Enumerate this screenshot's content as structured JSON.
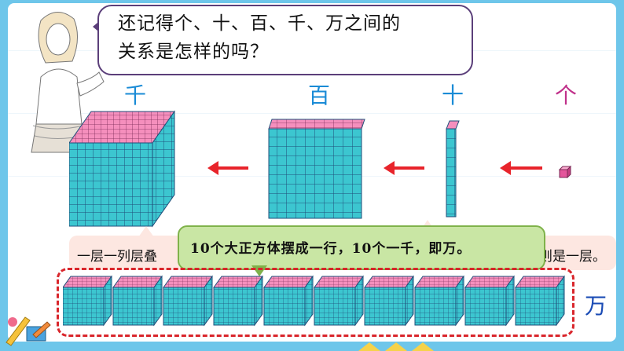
{
  "speech": {
    "line1": "还记得个、十、百、千、万之间的",
    "line2": "关系是怎样的吗？"
  },
  "labels": {
    "qian": "千",
    "bai": "百",
    "shi": "十",
    "ge": "个",
    "wan": "万"
  },
  "bubbles": {
    "left": "一层一列层叠",
    "right": "则是一层。",
    "main": "10个大正方体摆成一行，10个一千，即万。"
  },
  "colors": {
    "cube_face": "#3cc6d0",
    "cube_top": "#f58fbd",
    "grid_line": "#1f4f7a",
    "arrow": "#e8242b",
    "label_blue": "#1a8bd6",
    "label_pink": "#c0308a"
  },
  "icons": {
    "teacher": "teacher-illustration",
    "stationery": "stationery-icon"
  }
}
